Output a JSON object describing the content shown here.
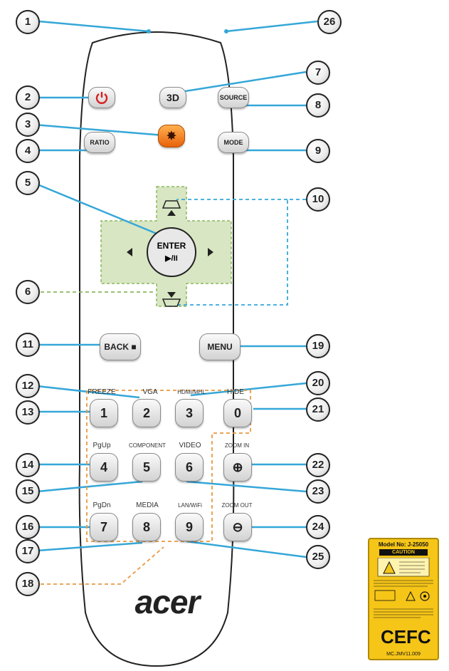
{
  "callouts": [
    "1",
    "2",
    "3",
    "4",
    "5",
    "6",
    "7",
    "8",
    "9",
    "10",
    "11",
    "12",
    "13",
    "14",
    "15",
    "16",
    "17",
    "18",
    "19",
    "20",
    "21",
    "22",
    "23",
    "24",
    "25",
    "26"
  ],
  "buttons": {
    "three_d": "3D",
    "source": "SOURCE",
    "ratio": "RATIO",
    "mode": "MODE",
    "enter": "ENTER",
    "play_pause": "▶/II",
    "back": "BACK ■",
    "menu": "MENU",
    "zoom_in_symbol": "⊕",
    "zoom_out_symbol": "⊖"
  },
  "keypad": {
    "numbers": [
      "1",
      "2",
      "3",
      "0",
      "4",
      "5",
      "6",
      "7",
      "8",
      "9"
    ],
    "labels": {
      "k1": "FREEZE",
      "k2": "VGA",
      "k3": "HDMI/MHL",
      "k0": "HIDE",
      "k4": "PgUp",
      "k5": "COMPONENT",
      "k6": "VIDEO",
      "zoom_in": "ZOOM IN",
      "k7": "PgDn",
      "k8": "MEDIA",
      "k9": "LAN/WiFi",
      "zoom_out": "ZOOM OUT"
    }
  },
  "brand": "acer",
  "label_sticker": {
    "model": "Model No: J-25050",
    "caution": "CAUTION",
    "model_code": "MC.JMV11.009"
  },
  "colors": {
    "power": "#d62020",
    "laser": "#f07a10",
    "dpad": "#cfe0b4",
    "dpad_dash": "#8cb860",
    "leader_solid": "#35a7d8",
    "leader_dash": "#e89a40",
    "sticker": "#f5c518"
  },
  "icons": [
    "power-icon",
    "laser-icon",
    "arrow-up-icon",
    "arrow-down-icon",
    "arrow-left-icon",
    "arrow-right-icon",
    "keystone-up-icon",
    "keystone-down-icon",
    "zoom-in-icon",
    "zoom-out-icon",
    "laser-warning-icon"
  ]
}
